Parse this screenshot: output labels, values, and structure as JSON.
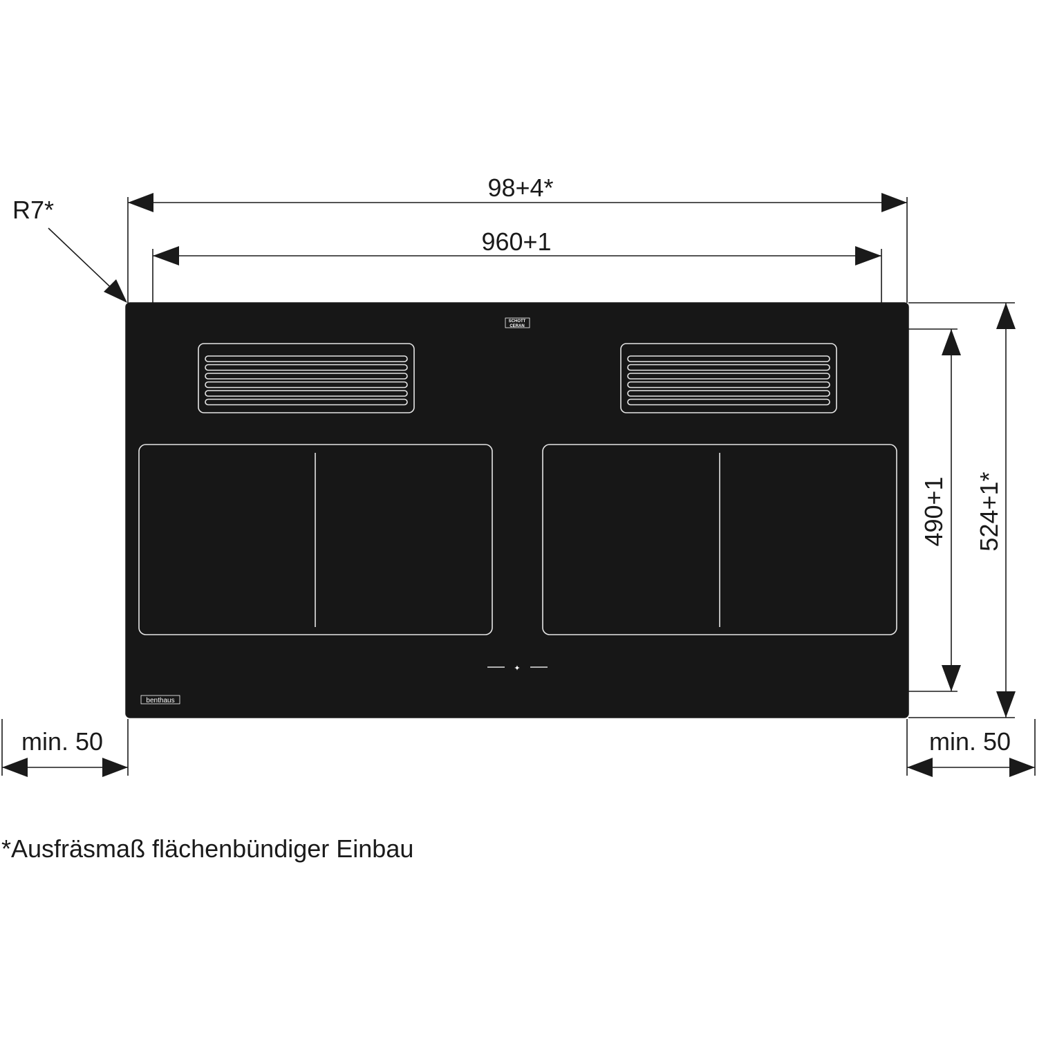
{
  "dimensions": {
    "outer_width": "98+4*",
    "inner_width": "960+1",
    "inner_height": "490+1",
    "outer_height": "524+1*",
    "corner_radius": "R7*",
    "min_left": "min. 50",
    "min_right": "min. 50"
  },
  "footnote": "*Ausfräsmaß flächenbündiger Einbau",
  "hob": {
    "logo_top": "SCHOTT",
    "logo_bottom": "CERAN",
    "brand": "benthaus"
  }
}
